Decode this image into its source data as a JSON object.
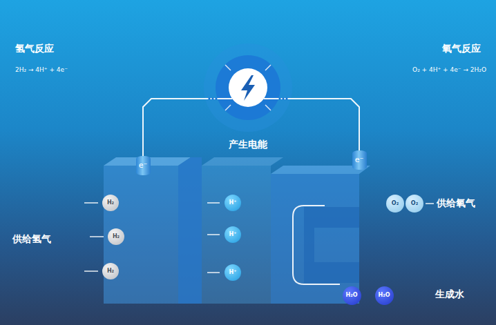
{
  "diagram": {
    "nodes": [
      {
        "text": [
          "产生电能"
        ]
      },
      {
        "text": [
          "e⁻"
        ]
      },
      {
        "text": [
          "e⁻"
        ]
      },
      {
        "text": [
          "H₂"
        ]
      },
      {
        "text": [
          "H⁺"
        ]
      },
      {
        "text": [
          "H₂"
        ]
      },
      {
        "text": [
          "H⁺"
        ]
      },
      {
        "text": [
          "H₂"
        ]
      },
      {
        "text": [
          "H⁺"
        ]
      },
      {
        "text": [
          "O₂"
        ]
      },
      {
        "text": [
          "O₂"
        ]
      },
      {
        "text": [
          "H₂O"
        ]
      },
      {
        "text": [
          "H₂O"
        ]
      }
    ],
    "edges": [
      {
        "from": 1,
        "to": 0,
        "arrow": "none"
      },
      {
        "from": 0,
        "to": 2,
        "arrow": "none"
      }
    ],
    "labels": [
      "氢气反应",
      "2H₂ → 4H⁺ + 4e⁻",
      "氧气反应",
      "O₂ + 4H⁺ + 4e⁻ → 2H₂O",
      "供给氢气",
      "供给氧气",
      "生成水"
    ]
  }
}
